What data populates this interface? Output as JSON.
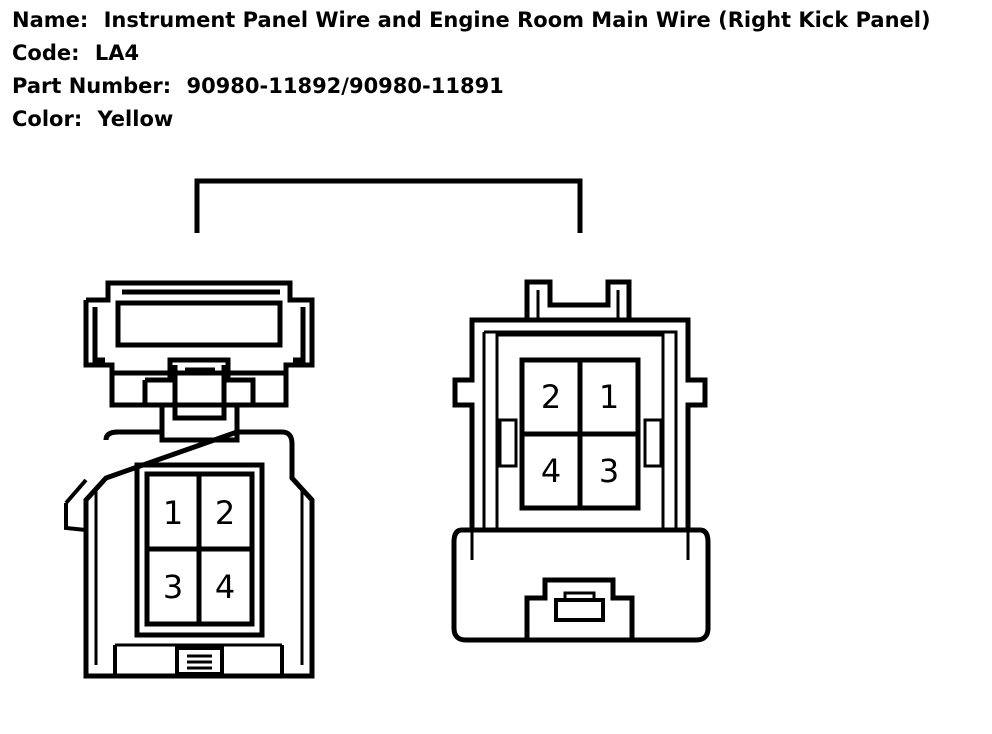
{
  "header": {
    "name_label": "Name:",
    "name_value": "Instrument Panel Wire and Engine Room Main Wire (Right Kick Panel)",
    "code_label": "Code:",
    "code_value": "LA4",
    "part_label": "Part Number:",
    "part_value": "90980-11892/90980-11891",
    "color_label": "Color:",
    "color_value": "Yellow"
  },
  "left_connector": {
    "pins": [
      "1",
      "2",
      "3",
      "4"
    ]
  },
  "right_connector": {
    "pins": [
      "2",
      "1",
      "4",
      "3"
    ]
  },
  "colors": {
    "line": "#000000",
    "background": "#ffffff"
  }
}
